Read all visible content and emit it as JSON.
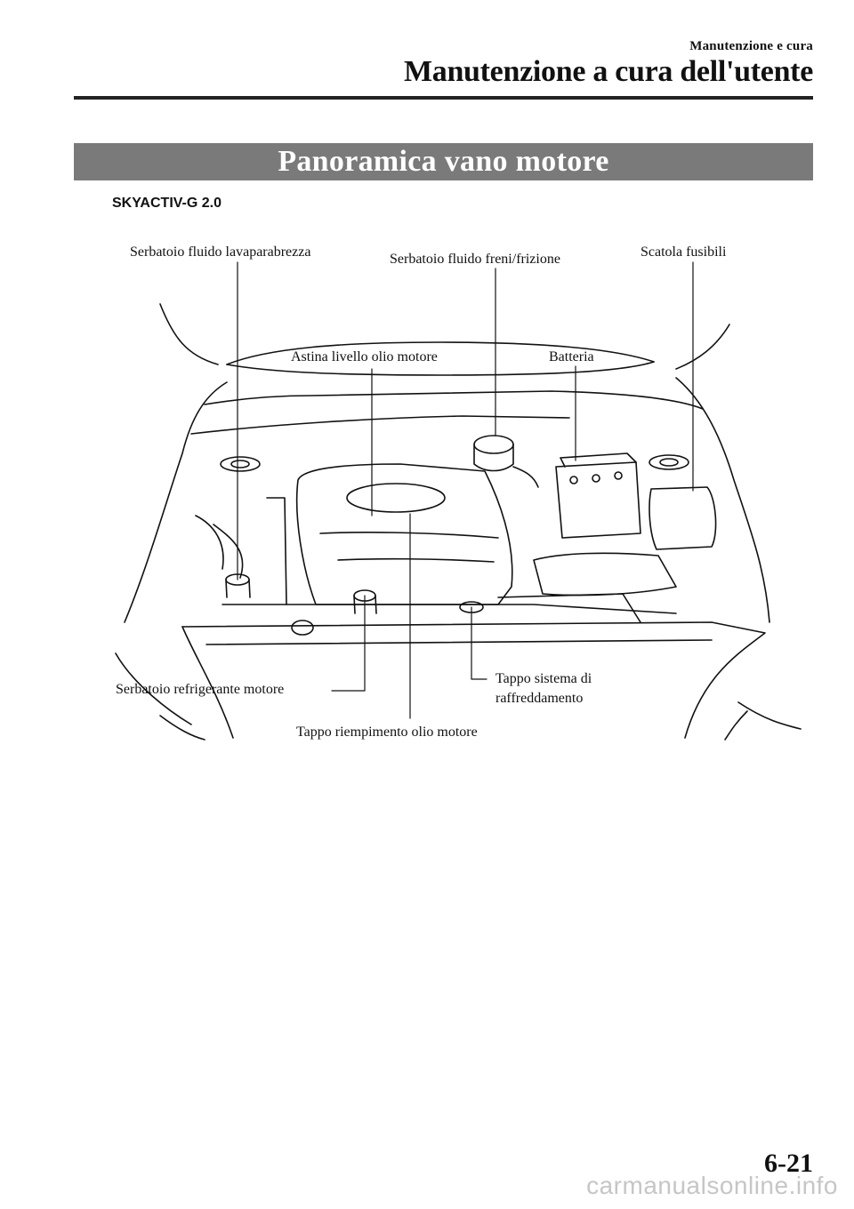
{
  "header": {
    "section": "Manutenzione e cura",
    "title": "Manutenzione a cura dell'utente"
  },
  "banner": {
    "title": "Panoramica vano motore"
  },
  "variant": "SKYACTIV-G 2.0",
  "labels": {
    "washer_fluid": "Serbatoio fluido lavaparabrezza",
    "brake_clutch_fluid": "Serbatoio fluido freni/frizione",
    "fuse_box": "Scatola fusibili",
    "oil_dipstick": "Astina livello olio motore",
    "battery": "Batteria",
    "coolant_reservoir": "Serbatoio refrigerante motore",
    "cooling_cap_line1": "Tappo sistema di",
    "cooling_cap_line2": "raffreddamento",
    "oil_filler_cap": "Tappo riempimento olio motore"
  },
  "page_number": "6-21",
  "watermark": "carmanualsonline.info"
}
